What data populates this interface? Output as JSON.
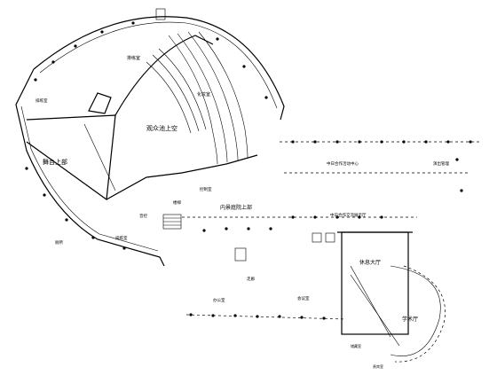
{
  "rooms": {
    "audience_upper": "观众池上空",
    "stage_upper": "舞台上部",
    "inner_court_upper": "内景庭院上部",
    "rehearsal": "排练室",
    "makeup_room": "化妆室",
    "dressing_left": "排练室",
    "dressing_bottom": "排练室",
    "control": "控制室",
    "sound": "音控",
    "lounge": "休息大厅",
    "hall": "学术厅",
    "multi_center": "中日合作活动中心",
    "office_corridor": "中日合作交流展示厅",
    "exhibition": "办公室",
    "meeting": "会议室",
    "corridor": "走廊",
    "stair_label": "楼梯",
    "toilet_left": "厕所",
    "right_office": "演出管理",
    "small_room": "储藏室",
    "bottom_room": "贵宾室"
  },
  "colors": {
    "line": "#000000",
    "background": "#ffffff"
  }
}
